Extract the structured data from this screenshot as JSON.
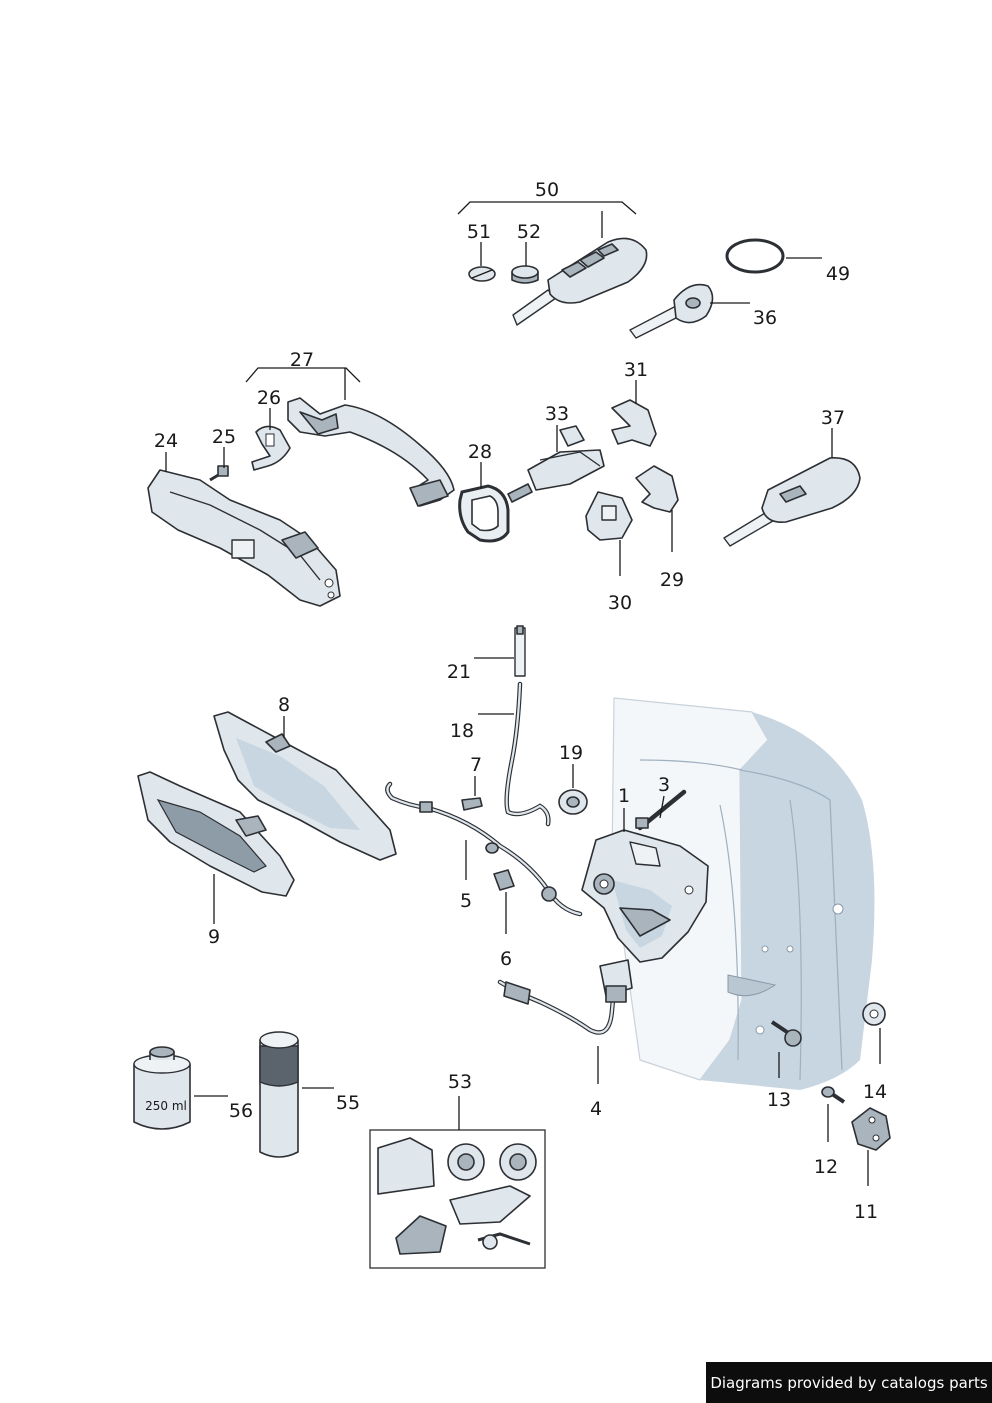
{
  "callouts": {
    "c1": "1",
    "c3": "3",
    "c4": "4",
    "c5": "5",
    "c6": "6",
    "c7": "7",
    "c8": "8",
    "c9": "9",
    "c11": "11",
    "c12": "12",
    "c13": "13",
    "c14": "14",
    "c18": "18",
    "c19": "19",
    "c21": "21",
    "c24": "24",
    "c25": "25",
    "c26": "26",
    "c27": "27",
    "c28": "28",
    "c29": "29",
    "c30": "30",
    "c31": "31",
    "c33": "33",
    "c36": "36",
    "c37": "37",
    "c49": "49",
    "c50": "50",
    "c51": "51",
    "c52": "52",
    "c53": "53",
    "c55": "55",
    "c56": "56"
  },
  "can_label": "250 ml",
  "footer_text": "Diagrams provided by catalogs parts"
}
